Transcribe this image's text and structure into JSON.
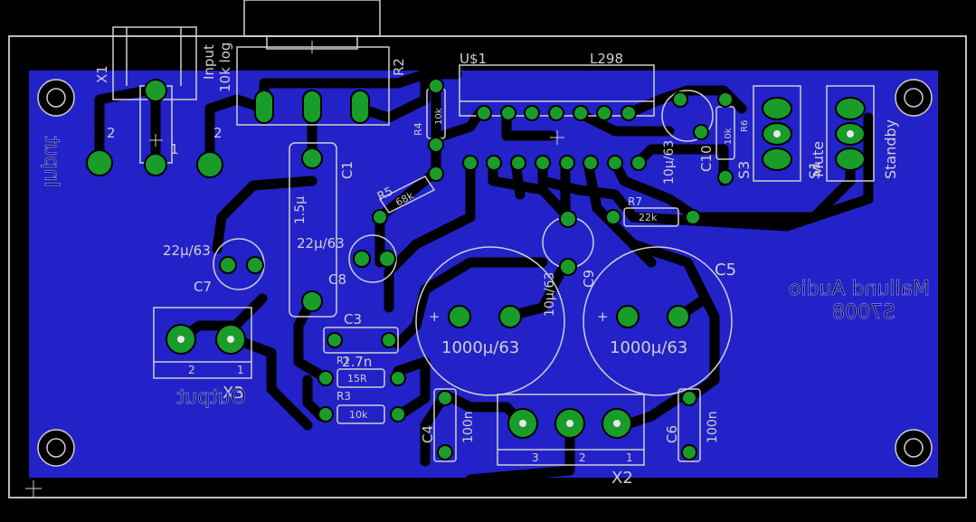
{
  "colors": {
    "background": "#000000",
    "board": "#2222c8",
    "trace": "#000000",
    "pad": "#1a9c2a",
    "silkscreen": "#cfcfcf",
    "mirrored_silk": "#6f6fff"
  },
  "labels": {
    "x1": "X1",
    "input_ref_2": "2",
    "input_ref_1": "1",
    "input_ref_2b": "2",
    "input_pot": "Input",
    "input_pot_val": "10k log",
    "r2": "R2",
    "us1": "U$1",
    "l298": "L298",
    "r4_val": "10k",
    "r4": "R4",
    "r5_val": "68k",
    "r5": "R5",
    "c1": "C1",
    "c1_val": "1.5µ",
    "c7_val": "22µ/63",
    "c7": "C7",
    "c8_val": "22µ/63",
    "c8": "C8",
    "c3": "C3",
    "c3_val": "2.7n",
    "r1_val": "15R",
    "r1": "R1",
    "r3": "R3",
    "r3_val": "10k",
    "c10": "C10",
    "c10_val": "10µ/63",
    "r6_val": "10k",
    "r6": "R6",
    "s3": "S3",
    "s1": "S1",
    "mute": "Mute",
    "standby": "Standby",
    "r7": "R7",
    "r7_val": "22k",
    "c9": "C9",
    "c9_val": "10µ/63",
    "c2_val": "1000µ/63",
    "c5_val": "1000µ/63",
    "c5": "C5",
    "brand1": "Mallund Audio",
    "brand2": "S7008",
    "input_mirror": "Input",
    "output_mirror": "Output",
    "x3": "X3",
    "x3_pin2": "2",
    "x3_pin1": "1",
    "c4": "C4",
    "c4_val": "100n",
    "c6": "C6",
    "c6_val": "100n",
    "x2": "X2",
    "x2_pin3": "3",
    "x2_pin2": "2",
    "x2_pin1": "1"
  }
}
